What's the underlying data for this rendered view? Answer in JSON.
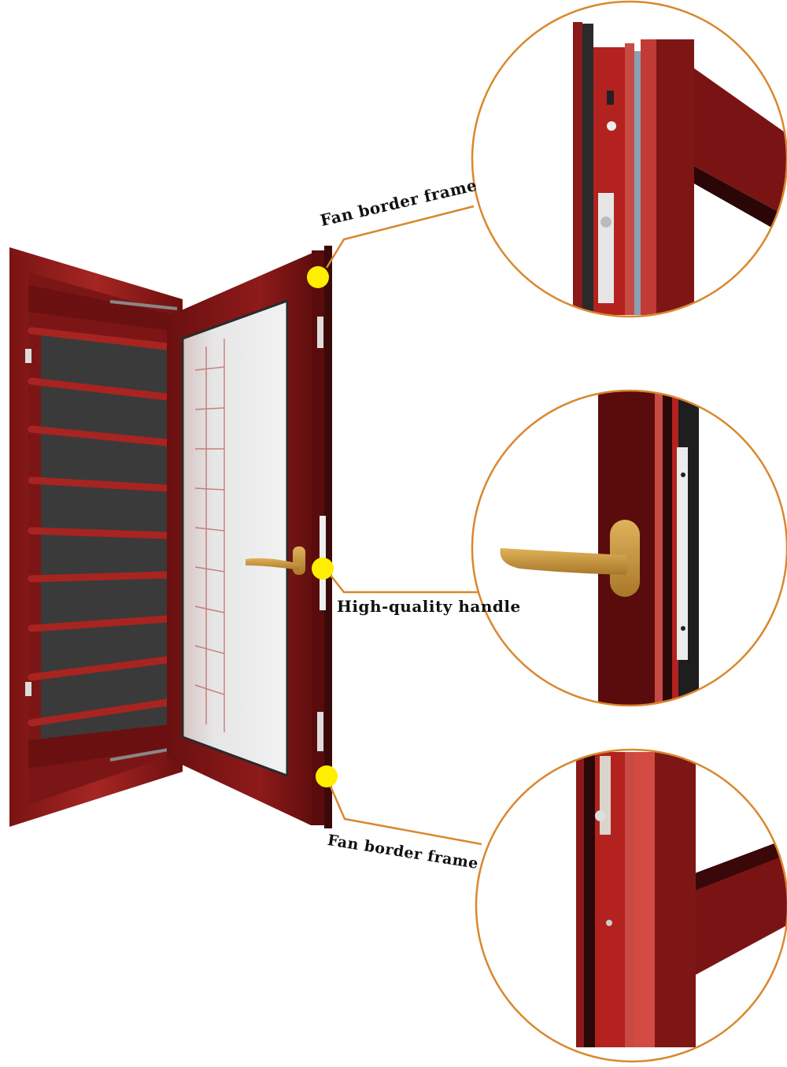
{
  "product": {
    "description": "Casement window with open sash, burgundy wood-grain aluminum frame, louvered outer screen, gold handle"
  },
  "callouts": [
    {
      "id": "top",
      "label": "Fan border frame",
      "detail": "Top corner of sash frame profile with locking hardware"
    },
    {
      "id": "middle",
      "label": "High-quality handle",
      "detail": "Gold lever handle mounted on sash with hinge strip"
    },
    {
      "id": "bottom",
      "label": "Fan border frame",
      "detail": "Bottom corner of sash frame profile with locking hardware"
    }
  ],
  "colors": {
    "frame": "#8e1a1a",
    "frame_dark": "#5a0d0d",
    "frame_light": "#b8322c",
    "glass": "#e8eaea",
    "louver_gap": "#3a3a3a",
    "handle": "#c8963c",
    "marker": "#ffee00",
    "connector": "#d9882e",
    "text": "#111111"
  }
}
